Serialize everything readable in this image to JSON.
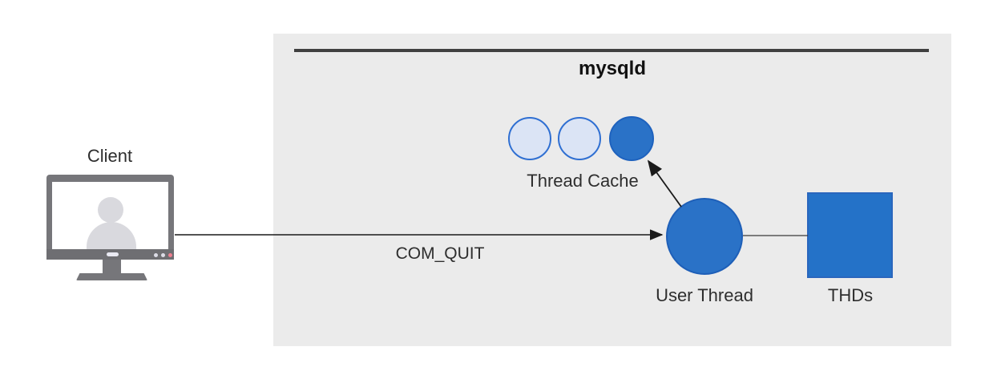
{
  "diagram": {
    "client": {
      "label": "Client"
    },
    "connection": {
      "label": "COM_QUIT"
    },
    "server": {
      "title": "mysqld",
      "thread_cache": {
        "label": "Thread Cache",
        "circle_count": 3,
        "free_circles": 2,
        "active_circles": 1
      },
      "user_thread": {
        "label": "User Thread"
      },
      "thds": {
        "label": "THDs"
      }
    },
    "colors": {
      "server_box_bg": "#EBEBEB",
      "divider": "#404040",
      "accent_blue_fill": "#2A72C7",
      "accent_blue_stroke": "#1E62BE",
      "light_blue_fill": "#DBE4F5",
      "light_blue_stroke": "#2F6FD2",
      "monitor_gray": "#76767A",
      "silhouette_gray": "#D9D9DE",
      "text": "#2e2e2e"
    }
  }
}
